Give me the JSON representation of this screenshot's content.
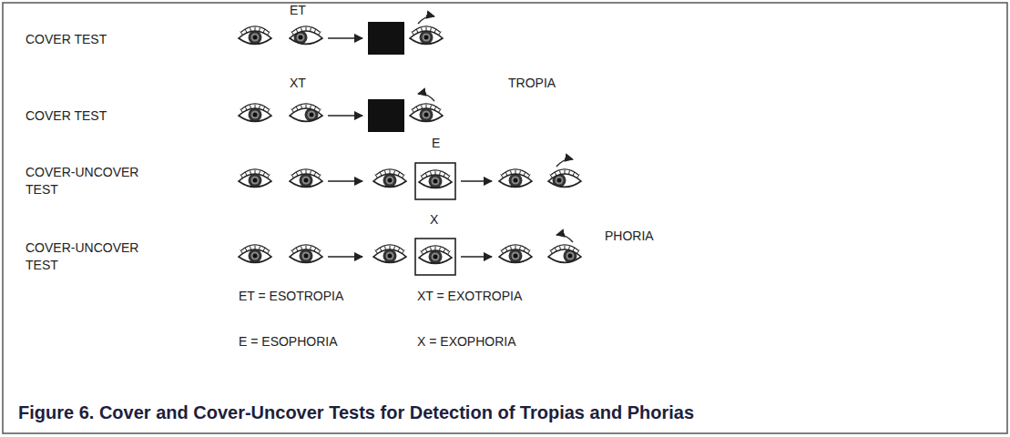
{
  "diagram": {
    "caption": "Figure 6. Cover and Cover-Uncover Tests for Detection of Tropias and Phorias",
    "labels": [
      "ET",
      "COVER TEST",
      "XT",
      "TROPIA",
      "COVER TEST",
      "E",
      "COVER-UNCOVER TEST",
      "X",
      "PHORIA",
      "COVER-UNCOVER TEST",
      "ET = ESOTROPIA",
      "XT = EXOTROPIA",
      "E = ESOPHORIA",
      "X = EXOPHORIA"
    ]
  }
}
